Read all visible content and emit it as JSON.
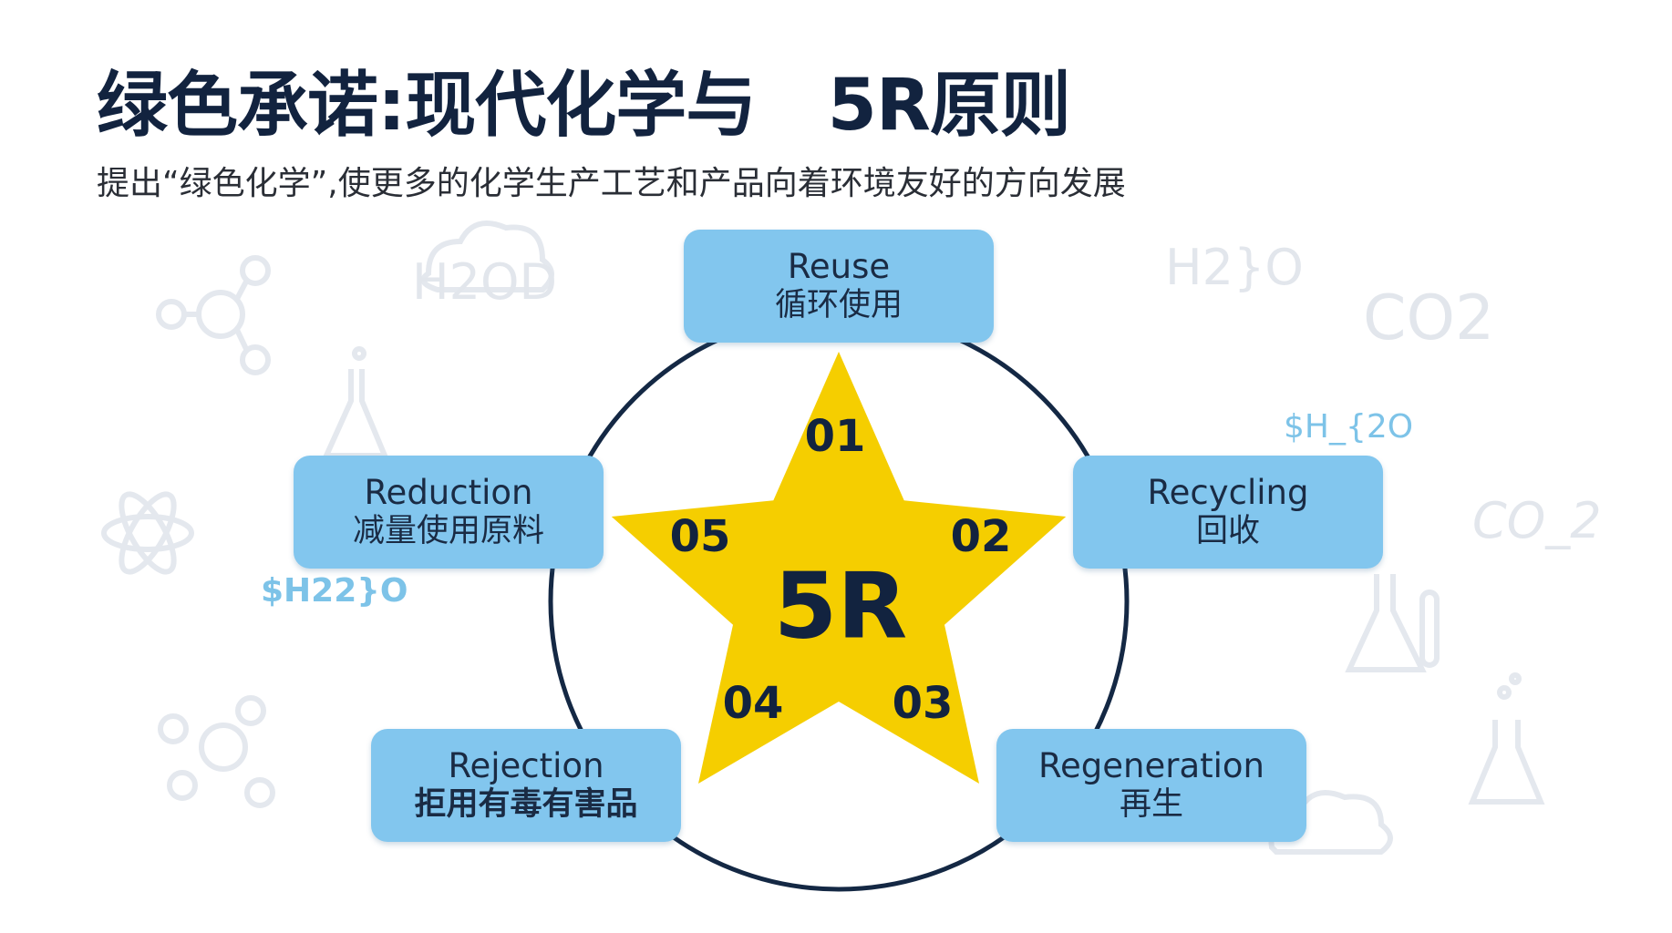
{
  "header": {
    "title": "绿色承诺:现代化学与   5R原则",
    "subtitle": "提出“绿色化学”,使更多的化学生产工艺和产品向着环境友好的方向发展"
  },
  "center": {
    "label": "5R"
  },
  "star_numbers": [
    "01",
    "02",
    "03",
    "04",
    "05"
  ],
  "principles": [
    {
      "en": "Reuse",
      "zh": "循环使用"
    },
    {
      "en": "Recycling",
      "zh": "回收"
    },
    {
      "en": "Regeneration",
      "zh": "再生"
    },
    {
      "en": "Rejection",
      "zh": "拒用有毒有害品"
    },
    {
      "en": "Reduction",
      "zh": "减量使用原料"
    }
  ],
  "decor": {
    "formulas": [
      "$H_{2O",
      "$H22}O"
    ],
    "watermarks": [
      "H2OD",
      "H2}O",
      "CO2",
      "CO_2"
    ]
  },
  "colors": {
    "title": "#12233f",
    "box_fill": "#82c6ee",
    "star_fill": "#f5ce00",
    "circle": "#142844",
    "formula": "#7dc3e8"
  }
}
